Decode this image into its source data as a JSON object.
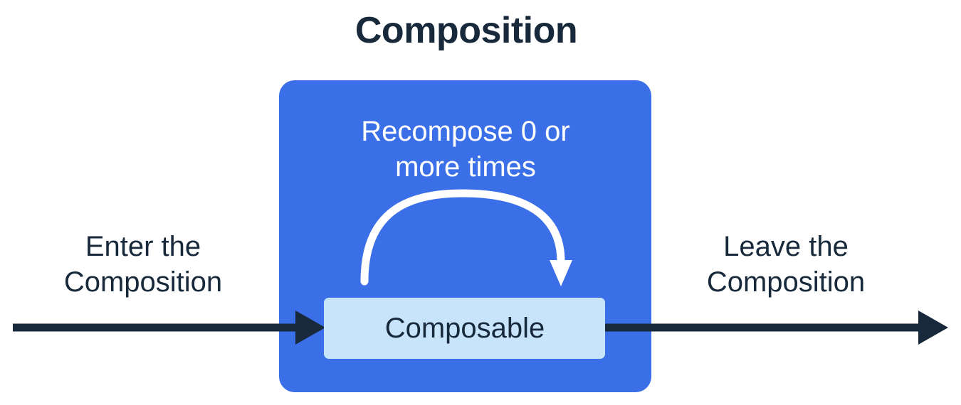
{
  "title": "Composition",
  "colors": {
    "background": "#ffffff",
    "ink": "#17293a",
    "composition_blue": "#3a6fe8",
    "composable_light_blue": "#c8e4fb",
    "recompose_arrow": "#ffffff"
  },
  "labels": {
    "enter_line1": "Enter the",
    "enter_line2": "Composition",
    "leave_line1": "Leave the",
    "leave_line2": "Composition",
    "recompose_line1": "Recompose 0 or",
    "recompose_line2": "more times",
    "composable": "Composable"
  },
  "icons": {
    "enter_arrow": "arrow-right-icon",
    "leave_arrow": "arrow-right-icon",
    "recompose_arrow": "curved-loop-arrow-icon"
  }
}
